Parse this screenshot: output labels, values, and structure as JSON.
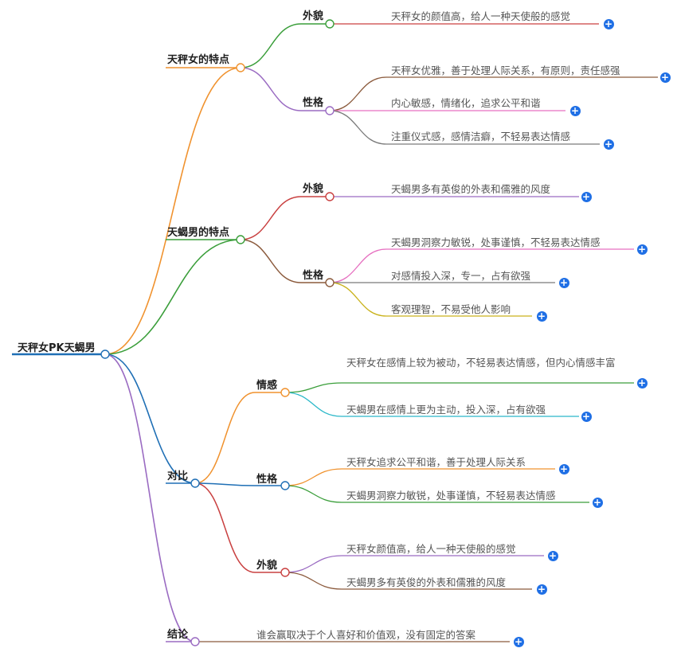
{
  "root": {
    "label": "天秤女PK天蝎男",
    "color": "#1f6fb5"
  },
  "branches": [
    {
      "id": "b1",
      "label": "天秤女的特点",
      "color": "#f0922e",
      "children": [
        {
          "id": "b1s1",
          "label": "外貌",
          "color": "#3a9e3a",
          "leaves": [
            {
              "id": "b1s1l1",
              "text": "天秤女的颜值高，给人一种天使般的感觉",
              "color": "#c94040"
            }
          ]
        },
        {
          "id": "b1s2",
          "label": "性格",
          "color": "#9a6bc2",
          "leaves": [
            {
              "id": "b1s2l1",
              "text": "天秤女优雅，善于处理人际关系，有原则，责任感强",
              "color": "#8b5a3c"
            },
            {
              "id": "b1s2l2",
              "text": "内心敏感，情绪化，追求公平和谐",
              "color": "#e66fc0"
            },
            {
              "id": "b1s2l3",
              "text": "注重仪式感，感情洁癖，不轻易表达情感",
              "color": "#7a7a7a"
            }
          ]
        }
      ]
    },
    {
      "id": "b2",
      "label": "天蝎男的特点",
      "color": "#3a9e3a",
      "children": [
        {
          "id": "b2s1",
          "label": "外貌",
          "color": "#c94040",
          "leaves": [
            {
              "id": "b2s1l1",
              "text": "天蝎男多有英俊的外表和儒雅的风度",
              "color": "#9a6bc2"
            }
          ]
        },
        {
          "id": "b2s2",
          "label": "性格",
          "color": "#8b5a3c",
          "leaves": [
            {
              "id": "b2s2l1",
              "text": "天蝎男洞察力敏锐，处事谨慎，不轻易表达情感",
              "color": "#e66fc0"
            },
            {
              "id": "b2s2l2",
              "text": "对感情投入深，专一，占有欲强",
              "color": "#7a7a7a"
            },
            {
              "id": "b2s2l3",
              "text": "客观理智，不易受他人影响",
              "color": "#c9b21a"
            }
          ]
        }
      ]
    },
    {
      "id": "b3",
      "label": "对比",
      "color": "#1f6fb5",
      "children": [
        {
          "id": "b3s1",
          "label": "情感",
          "color": "#f0922e",
          "leaves": [
            {
              "id": "b3s1l1",
              "text": "天秤女在感情上较为被动，不轻易表达情感，但内心情感丰富",
              "color": "#3a9e3a"
            },
            {
              "id": "b3s1l2",
              "text": "天蝎男在感情上更为主动，投入深，占有欲强",
              "color": "#2bb8c9"
            }
          ]
        },
        {
          "id": "b3s2",
          "label": "性格",
          "color": "#1f6fb5",
          "leaves": [
            {
              "id": "b3s2l1",
              "text": "天秤女追求公平和谐，善于处理人际关系",
              "color": "#f0922e"
            },
            {
              "id": "b3s2l2",
              "text": "天蝎男洞察力敏锐，处事谨慎，不轻易表达情感",
              "color": "#3a9e3a"
            }
          ]
        },
        {
          "id": "b3s3",
          "label": "外貌",
          "color": "#c94040",
          "leaves": [
            {
              "id": "b3s3l1",
              "text": "天秤女颜值高，给人一种天使般的感觉",
              "color": "#9a6bc2"
            },
            {
              "id": "b3s3l2",
              "text": "天蝎男多有英俊的外表和儒雅的风度",
              "color": "#8b5a3c"
            }
          ]
        }
      ]
    },
    {
      "id": "b4",
      "label": "结论",
      "color": "#9a6bc2",
      "leaves": [
        {
          "id": "b4l1",
          "text": "谁会赢取决于个人喜好和价值观，没有固定的答案",
          "color": "#8b5a3c"
        }
      ]
    }
  ],
  "plus_glyph": "+"
}
